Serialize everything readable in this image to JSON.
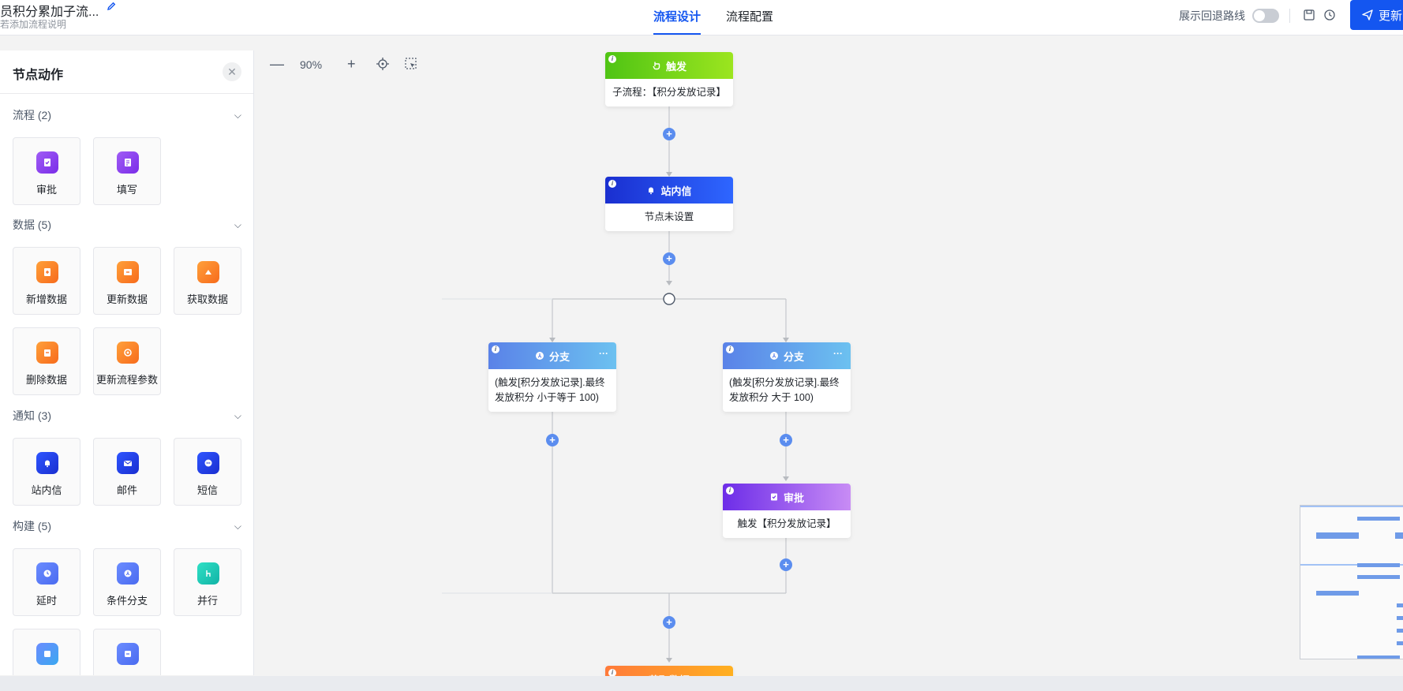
{
  "header": {
    "title": "员积分累加子流...",
    "subtitle": "若添加流程说明",
    "tabs": [
      {
        "label": "流程设计",
        "active": true
      },
      {
        "label": "流程配置",
        "active": false
      }
    ],
    "rollback_label": "展示回退路线",
    "rollback_on": false,
    "update_label": "更新",
    "accent": "#1456f0"
  },
  "sidebar": {
    "title": "节点动作",
    "sections": [
      {
        "label": "流程 (2)",
        "items": [
          {
            "label": "审批",
            "icon": "approval-icon",
            "color": "#8b3ff0"
          },
          {
            "label": "填写",
            "icon": "fill-form-icon",
            "color": "#8b3ff0"
          }
        ]
      },
      {
        "label": "数据 (5)",
        "items": [
          {
            "label": "新增数据",
            "icon": "add-data-icon",
            "color": "#fb8a2e"
          },
          {
            "label": "更新数据",
            "icon": "update-data-icon",
            "color": "#fb8a2e"
          },
          {
            "label": "获取数据",
            "icon": "get-data-icon",
            "color": "#fb8a2e"
          },
          {
            "label": "删除数据",
            "icon": "delete-data-icon",
            "color": "#fb8a2e"
          },
          {
            "label": "更新流程参数",
            "icon": "update-param-icon",
            "color": "#fb8a2e"
          }
        ]
      },
      {
        "label": "通知 (3)",
        "items": [
          {
            "label": "站内信",
            "icon": "bell-icon",
            "color": "#1e3cf0"
          },
          {
            "label": "邮件",
            "icon": "mail-icon",
            "color": "#1e3cf0"
          },
          {
            "label": "短信",
            "icon": "sms-icon",
            "color": "#1e3cf0"
          }
        ]
      },
      {
        "label": "构建 (5)",
        "items": [
          {
            "label": "延时",
            "icon": "delay-icon",
            "color": "#5a7cf0"
          },
          {
            "label": "条件分支",
            "icon": "branch-icon",
            "color": "#5a7cf0"
          },
          {
            "label": "并行",
            "icon": "parallel-icon",
            "color": "#17c1b0"
          }
        ]
      }
    ]
  },
  "canvas": {
    "zoom": "90%"
  },
  "nodes": {
    "trigger": {
      "title": "触发",
      "body": "子流程：【积分发放记录】"
    },
    "notice": {
      "title": "站内信",
      "body": "节点未设置"
    },
    "branch_left": {
      "title": "分支",
      "body": "(触发[积分发放记录].最终发放积分 小于等于 100)"
    },
    "branch_right": {
      "title": "分支",
      "body": "(触发[积分发放记录].最终发放积分 大于 100)"
    },
    "approval": {
      "title": "审批",
      "body": "触发【积分发放记录】"
    },
    "get_data": {
      "title": "获取数据"
    }
  }
}
